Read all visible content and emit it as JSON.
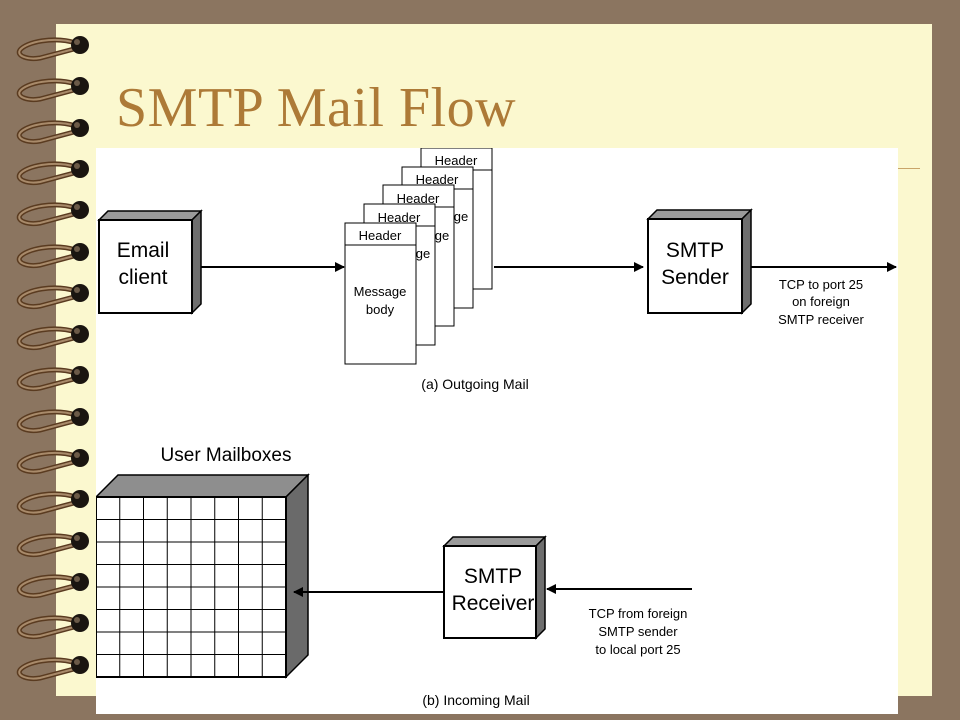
{
  "slide": {
    "title": "SMTP Mail Flow",
    "colors": {
      "background": "#8b7560",
      "paper": "#fbf8cf",
      "title": "#ad7a37"
    }
  },
  "diagram": {
    "outgoing": {
      "email_client": [
        "Email",
        "client"
      ],
      "message_header": "Header",
      "message_body_partial": [
        "ge",
        "ge",
        "ge"
      ],
      "message_body": [
        "Message",
        "body"
      ],
      "smtp_sender": [
        "SMTP",
        "Sender"
      ],
      "tcp_note": [
        "TCP to port 25",
        "on foreign",
        "SMTP receiver"
      ],
      "caption": "(a) Outgoing Mail"
    },
    "incoming": {
      "mailboxes_label": "User Mailboxes",
      "smtp_receiver": [
        "SMTP",
        "Receiver"
      ],
      "tcp_note": [
        "TCP from foreign",
        "SMTP sender",
        "to local port 25"
      ],
      "caption": "(b) Incoming Mail"
    }
  }
}
